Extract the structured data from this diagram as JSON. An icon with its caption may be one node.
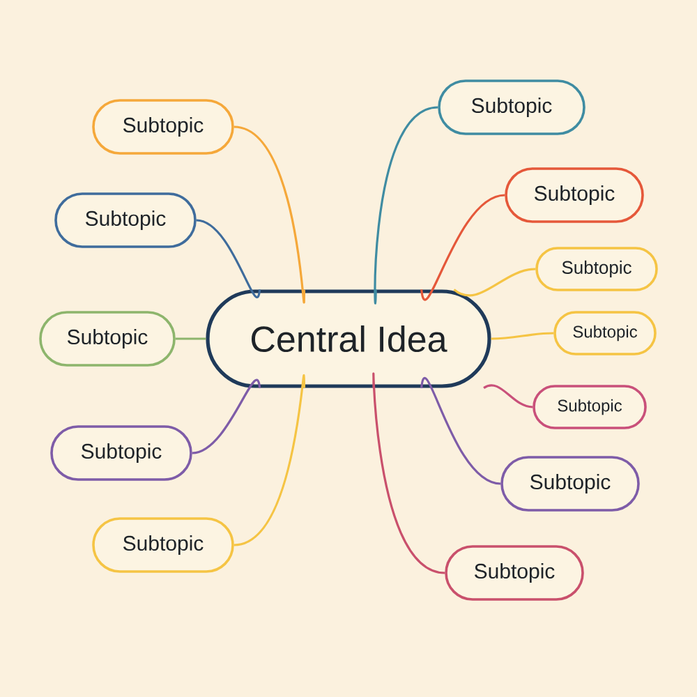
{
  "diagram": {
    "nodes": [
      {
        "text": [
          "Central Idea"
        ]
      },
      {
        "text": [
          "Subtopic"
        ]
      },
      {
        "text": [
          "Subtopic"
        ]
      },
      {
        "text": [
          "Subtopic"
        ]
      },
      {
        "text": [
          "Subtopic"
        ]
      },
      {
        "text": [
          "Subtopic"
        ]
      },
      {
        "text": [
          "Subtopic"
        ]
      },
      {
        "text": [
          "Subtopic"
        ]
      },
      {
        "text": [
          "Subtopic"
        ]
      },
      {
        "text": [
          "Subtopic"
        ]
      },
      {
        "text": [
          "Subtopic"
        ]
      },
      {
        "text": [
          "Subtopic"
        ]
      },
      {
        "text": [
          "Subtopic"
        ]
      }
    ],
    "edges": [
      {
        "from": 0,
        "to": 1,
        "arrow": "none",
        "color": "#f5a83a"
      },
      {
        "from": 0,
        "to": 2,
        "arrow": "none",
        "color": "#3f6c9c"
      },
      {
        "from": 0,
        "to": 3,
        "arrow": "none",
        "color": "#8db56c"
      },
      {
        "from": 0,
        "to": 4,
        "arrow": "none",
        "color": "#7e5ca8"
      },
      {
        "from": 0,
        "to": 5,
        "arrow": "none",
        "color": "#f5c444"
      },
      {
        "from": 0,
        "to": 6,
        "arrow": "none",
        "color": "#3f8ca2"
      },
      {
        "from": 0,
        "to": 7,
        "arrow": "none",
        "color": "#e5583a"
      },
      {
        "from": 0,
        "to": 8,
        "arrow": "none",
        "color": "#f5c444"
      },
      {
        "from": 0,
        "to": 9,
        "arrow": "none",
        "color": "#f5c444"
      },
      {
        "from": 0,
        "to": 10,
        "arrow": "none",
        "color": "#c9507a"
      },
      {
        "from": 0,
        "to": 11,
        "arrow": "none",
        "color": "#7e5ca8"
      },
      {
        "from": 0,
        "to": 12,
        "arrow": "none",
        "color": "#c9506c"
      }
    ]
  }
}
